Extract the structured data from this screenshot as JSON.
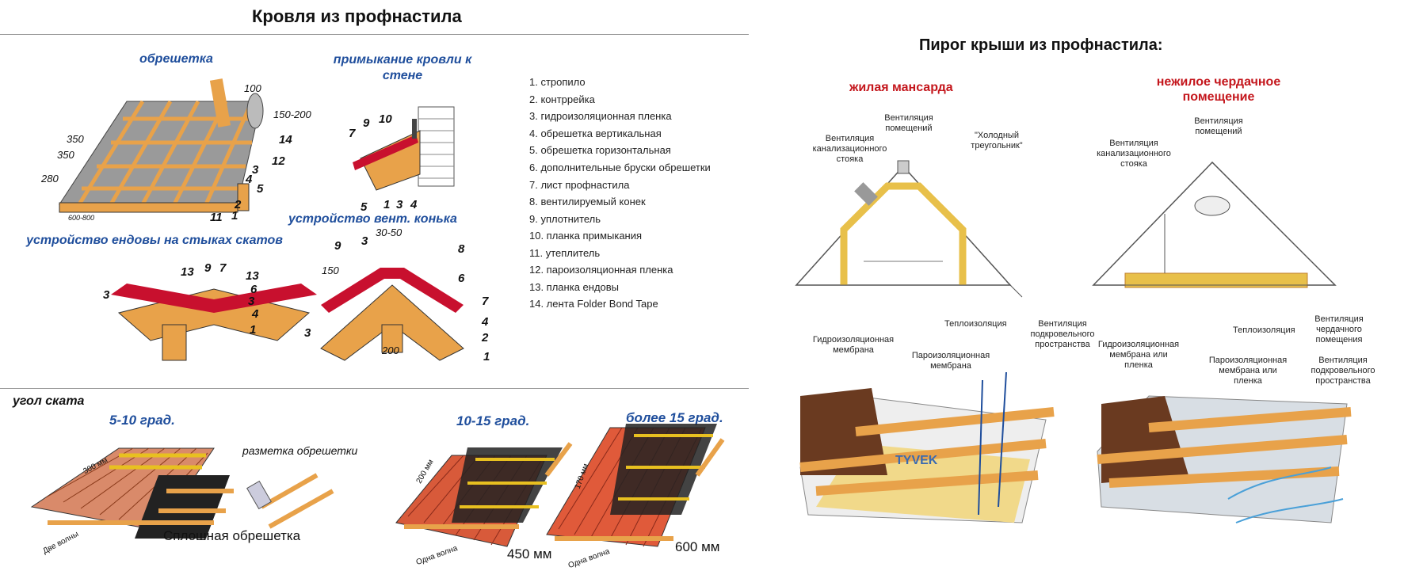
{
  "left": {
    "title": "Кровля из профнастила",
    "obreshetka": "обрешетка",
    "primykanie": "примыкание кровли к стене",
    "endova": "устройство ендовы на стыках скатов",
    "konek": "устройство вент. конька",
    "dims": {
      "d100": "100",
      "d150_200": "150-200",
      "d350a": "350",
      "d350b": "350",
      "d280": "280",
      "d600_800": "600-800",
      "d30_50": "30-50",
      "d150": "150",
      "d200": "200"
    },
    "legend": [
      "1. стропило",
      "2. контррейка",
      "3. гидроизоляционная пленка",
      "4. обрешетка вертикальная",
      "5. обрешетка горизонтальная",
      "6. дополнительные бруски обрешетки",
      "7. лист профнастила",
      "8. вентилируемый конек",
      "9. уплотнитель",
      "10. планка примыкания",
      "11. утеплитель",
      "12. пароизоляционная пленка",
      "13. планка ендовы",
      "14. лента Folder Bond Tape"
    ],
    "ugol": "угол ската",
    "g1": "5-10 град.",
    "g2": "10-15 град.",
    "g3": "более 15 град.",
    "razmetka": "разметка обрешетки",
    "sploshnaya": "Сплошная обрешетка",
    "mm300": "300 мм",
    "mm200": "200 мм",
    "mm170": "170 мм",
    "mm450": "450 мм",
    "mm600": "600 мм",
    "dve_volny": "Две волны",
    "odna_volna1": "Одна волна",
    "odna_volna2": "Одна волна"
  },
  "right": {
    "title": "Пирог крыши из профнастила:",
    "zhilaya": "жилая мансарда",
    "nezhiloe": "нежилое чердачное помещение",
    "a": {
      "vent_kanal": "Вентиляция канализационного стояка",
      "vent_pom": "Вентиляция помещений",
      "holodny": "\"Холодный треугольник\"",
      "teplo": "Теплоизоляция",
      "vent_podkr": "Вентиляция подкровельного пространства",
      "gidro": "Гидроизоляционная мембрана",
      "paro": "Пароизоляционная мембрана"
    },
    "b": {
      "vent_kanal": "Вентиляция канализационного стояка",
      "vent_pom": "Вентиляция помещений",
      "teplo": "Теплоизоляция",
      "vent_cherd": "Вентиляция чердачного помещения",
      "vent_podkr": "Вентиляция подкровельного пространства",
      "gidro": "Гидроизоляционная мембрана или пленка",
      "paro": "Пароизоляционная мембрана или пленка"
    },
    "tyvek": "TYVEK"
  },
  "colors": {
    "accent_blue": "#1f4e9c",
    "accent_red": "#c4161c",
    "wood": "#e8a24a",
    "sheet_red": "#c8102e"
  }
}
